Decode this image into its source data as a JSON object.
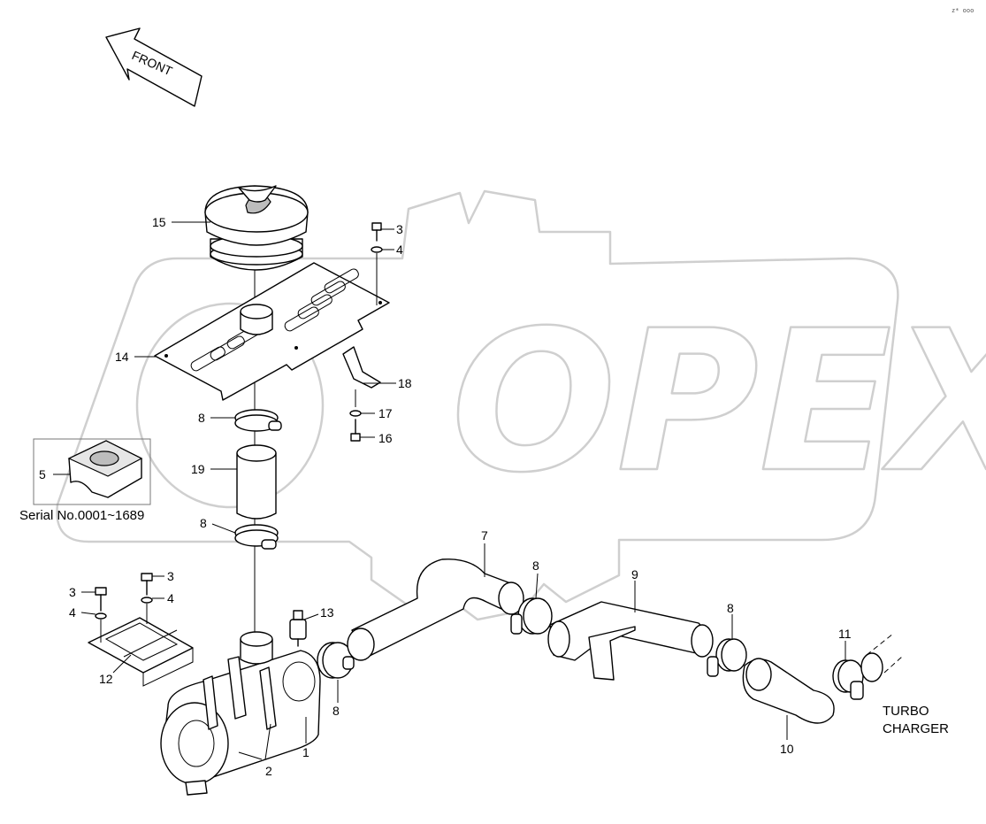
{
  "front_arrow_label": "FRONT",
  "serial_note": "Serial No.0001~1689",
  "destination_label_line1": "TURBO",
  "destination_label_line2": "CHARGER",
  "watermark": "OPEX",
  "corner_mark": "z* ooo",
  "callouts": [
    {
      "id": "c1",
      "text": "1"
    },
    {
      "id": "c2",
      "text": "2"
    },
    {
      "id": "c3a",
      "text": "3"
    },
    {
      "id": "c3b",
      "text": "3"
    },
    {
      "id": "c3c",
      "text": "3"
    },
    {
      "id": "c4a",
      "text": "4"
    },
    {
      "id": "c4b",
      "text": "4"
    },
    {
      "id": "c4c",
      "text": "4"
    },
    {
      "id": "c5",
      "text": "5"
    },
    {
      "id": "c7",
      "text": "7"
    },
    {
      "id": "c8a",
      "text": "8"
    },
    {
      "id": "c8b",
      "text": "8"
    },
    {
      "id": "c8c",
      "text": "8"
    },
    {
      "id": "c8d",
      "text": "8"
    },
    {
      "id": "c8e",
      "text": "8"
    },
    {
      "id": "c9",
      "text": "9"
    },
    {
      "id": "c10",
      "text": "10"
    },
    {
      "id": "c11",
      "text": "11"
    },
    {
      "id": "c12",
      "text": "12"
    },
    {
      "id": "c13",
      "text": "13"
    },
    {
      "id": "c14",
      "text": "14"
    },
    {
      "id": "c15",
      "text": "15"
    },
    {
      "id": "c16",
      "text": "16"
    },
    {
      "id": "c17",
      "text": "17"
    },
    {
      "id": "c18",
      "text": "18"
    },
    {
      "id": "c19",
      "text": "19"
    }
  ]
}
